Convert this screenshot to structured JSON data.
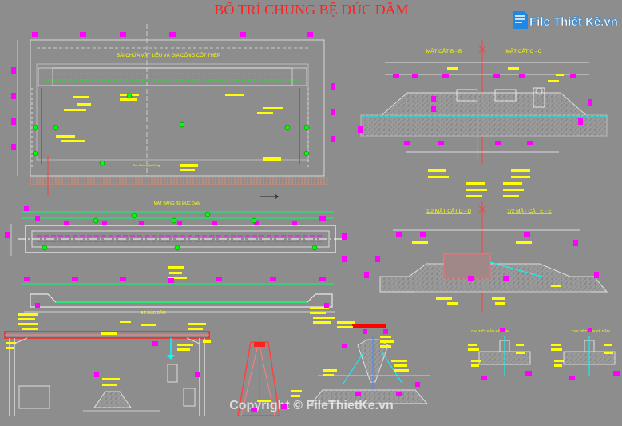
{
  "title": "BỐ TRÍ CHUNG BỆ ĐÚC DẦM",
  "logo": {
    "text": "File Thiết Kế.vn",
    "mark": "file-tab-icon"
  },
  "watermark": "Copyright © FileThietKe.vn",
  "plan": {
    "yard_label": "BÃI CHỨA VẬT LIỆU VÀ GIA CÔNG CỐT THÉP",
    "small_label": "Tim đường bê tông",
    "bed_plan_label": "MẶT BẰNG BỆ ĐÚC DẦM",
    "elevation_label": "BỆ ĐÚC DẦM"
  },
  "sections": {
    "bb": "MẶT CẮT B - B",
    "cc": "MẶT CẮT C - C",
    "dd": "1/2 MẶT CẮT D - D",
    "ee": "1/2 MẶT CẮT E - E"
  },
  "details": {
    "left": "CHI TIẾT BẢN KÊ DẦM",
    "right": "CHI TIẾT BẢN KÊ DẦM"
  },
  "colors": {
    "background": "#8d8d8d",
    "title": "#ff2020",
    "magenta": "#ff00ff",
    "yellow": "#ffff00",
    "green": "#00ff00",
    "red": "#ff0000",
    "cyan": "#00ffff",
    "logo_blue": "#1e88e5"
  }
}
